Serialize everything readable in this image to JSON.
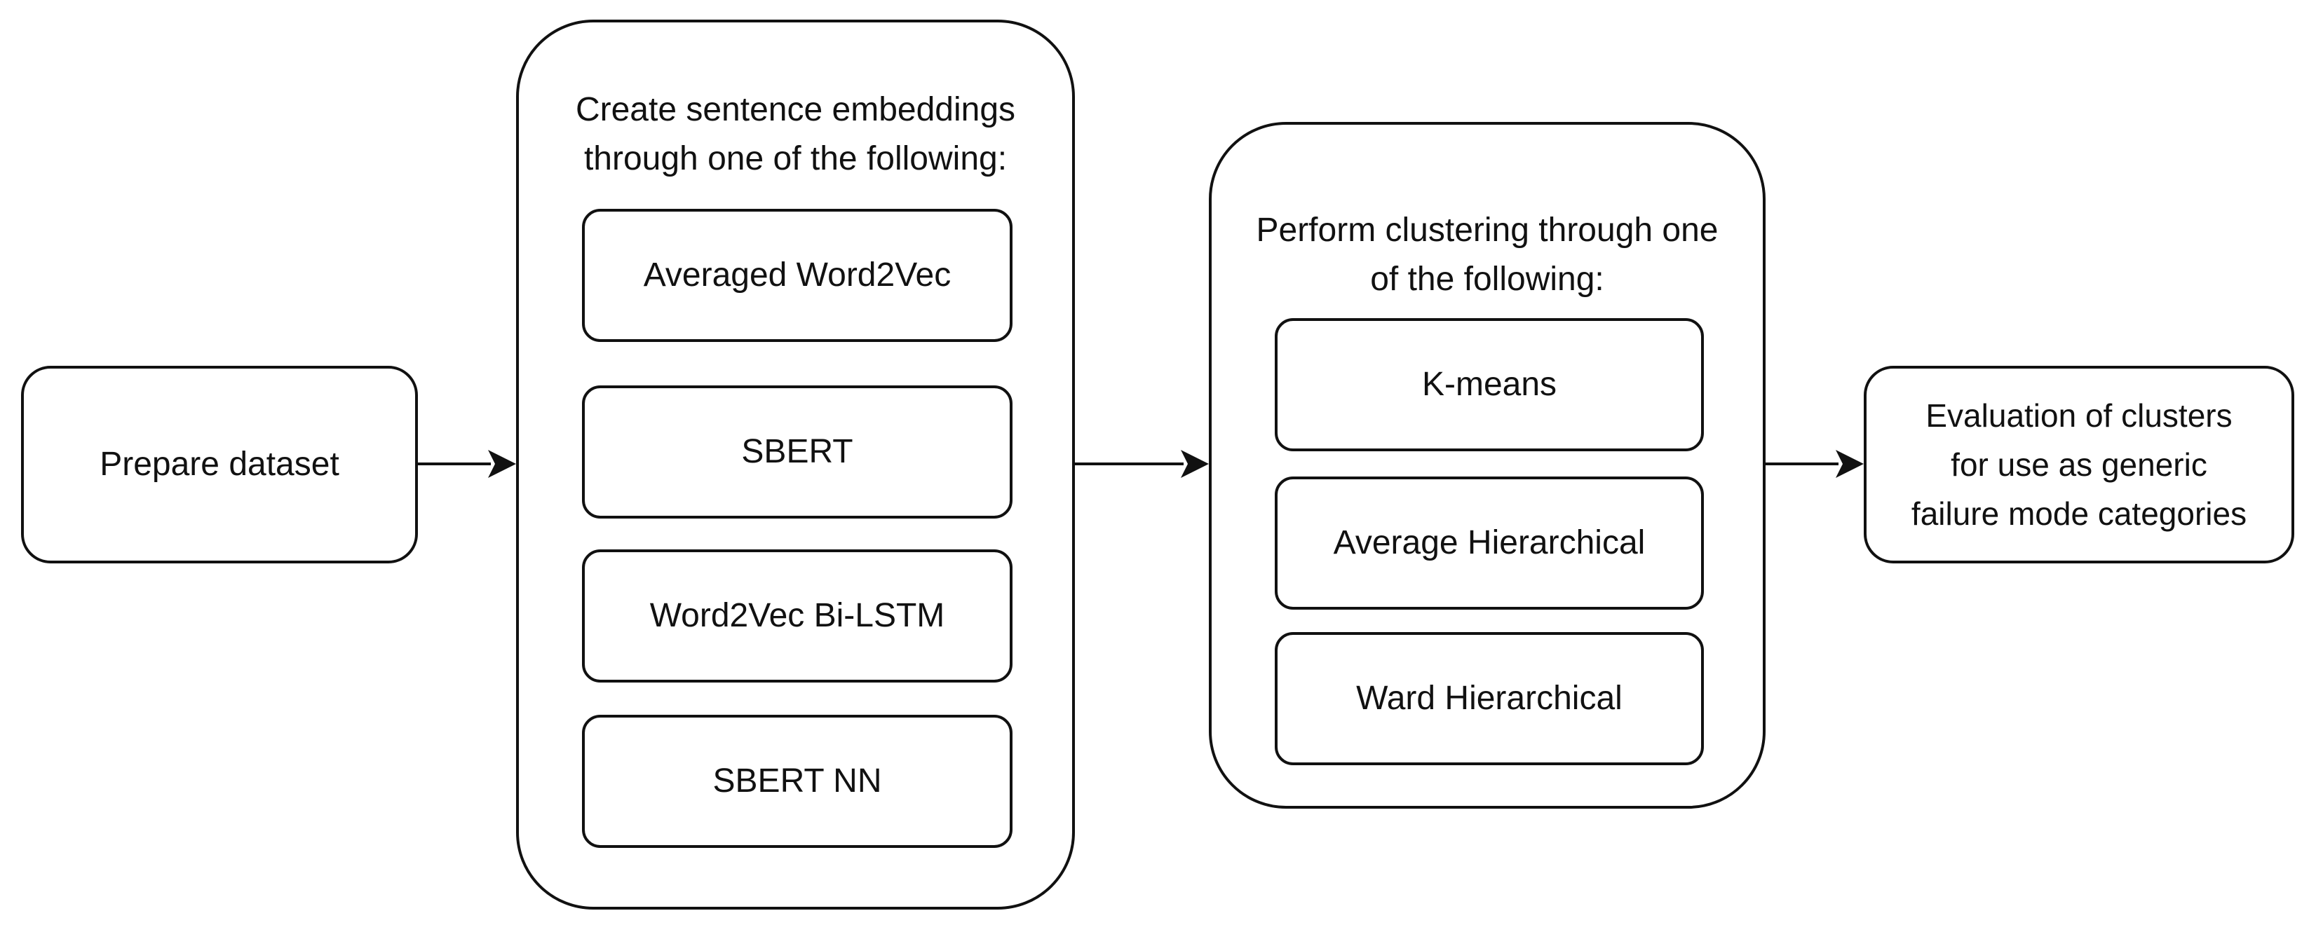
{
  "diagram": {
    "prepare": {
      "label": "Prepare dataset"
    },
    "embeddings": {
      "title_lines": [
        "Create sentence embeddings",
        "through one of the following:"
      ],
      "options": [
        "Averaged Word2Vec",
        "SBERT",
        "Word2Vec Bi-LSTM",
        "SBERT NN"
      ]
    },
    "clustering": {
      "title_lines": [
        "Perform clustering through one",
        "of the following:"
      ],
      "options": [
        "K-means",
        "Average Hierarchical",
        "Ward Hierarchical"
      ]
    },
    "evaluation": {
      "lines": [
        "Evaluation of clusters",
        "for use as generic",
        "failure mode categories"
      ]
    }
  }
}
